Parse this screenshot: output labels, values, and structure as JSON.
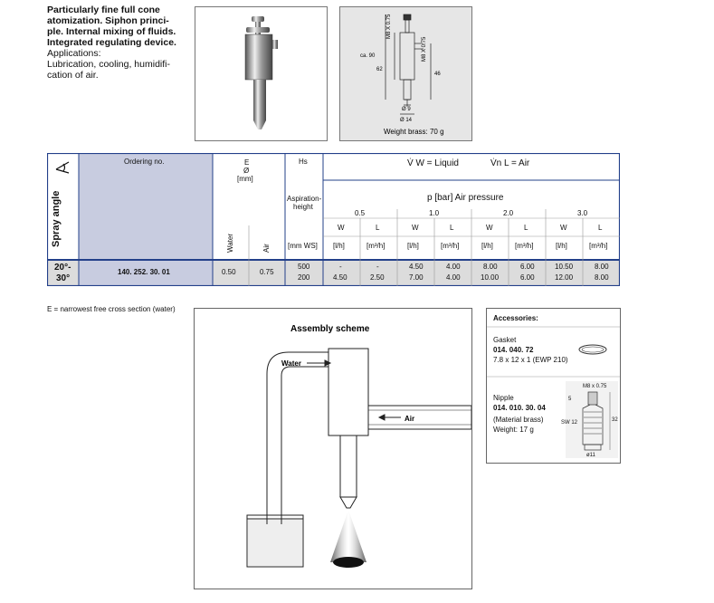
{
  "description": {
    "bold_lines": [
      "Particularly fine full cone",
      "atomization. Siphon princi-",
      "ple. Internal mixing of fluids.",
      "Integrated regulating device."
    ],
    "normal_lines": [
      "Applications:",
      "Lubrication, cooling, humidifi-",
      "cation of air."
    ]
  },
  "drawing": {
    "ca90": "ca. 90",
    "d62": "62",
    "m8x075_a": "M8 X 0.75",
    "m8x075_b": "M8 X 0.75",
    "d46": "46",
    "dia9": "Ø 9",
    "dia14": "Ø 14",
    "weight": "Weight brass: 70 g"
  },
  "table": {
    "spray_angle_label": "Spray angle",
    "ordering_label": "Ordering no.",
    "e_label": "E",
    "e_sym": "Ø",
    "e_unit": "[mm]",
    "hs_label": "Hs",
    "aspiration": [
      "Aspiration-",
      "height"
    ],
    "legend_w": "V̇  W = Liquid",
    "legend_n": "V̇n  L = Air",
    "pressure_title": "p [bar] Air pressure",
    "pressures": [
      "0.5",
      "1.0",
      "2.0",
      "3.0"
    ],
    "water_label": "Water",
    "air_label": "Air",
    "hs_unit": "[mm WS]",
    "wl": [
      "W",
      "L",
      "W",
      "L",
      "W",
      "L",
      "W",
      "L"
    ],
    "units": [
      "[l/h]",
      "[m³/h]",
      "[l/h]",
      "[m³/h]",
      "[l/h]",
      "[m³/h]",
      "[l/h]",
      "[m³/h]"
    ],
    "row": {
      "angle": [
        "20°-",
        "30°"
      ],
      "ordering_no": "140. 252. 30. 01",
      "e_water": "0.50",
      "e_air": "0.75",
      "hs": [
        "500",
        "200"
      ],
      "values_top": [
        "-",
        "-",
        "4.50",
        "4.00",
        "8.00",
        "6.00",
        "10.50",
        "8.00"
      ],
      "values_bottom": [
        "4.50",
        "2.50",
        "7.00",
        "4.00",
        "10.00",
        "6.00",
        "12.00",
        "8.00"
      ]
    }
  },
  "note": "E = narrowest free cross section (water)",
  "assembly": {
    "title": "Assembly scheme",
    "water": "Water",
    "air": "Air"
  },
  "accessories": {
    "title": "Accessories:",
    "gasket_label": "Gasket",
    "gasket_no": "014. 040. 72",
    "gasket_dim": "7.8 x 12 x 1 (EWP 210)",
    "nipple_label": "Nipple",
    "nipple_no": "014. 010. 30. 04",
    "nipple_material": "(Material brass)",
    "nipple_weight": "Weight: 17 g",
    "nipple_thread": "M8 x 0.75",
    "nipple_dim32": "32",
    "nipple_dim5": "5",
    "nipple_sw": "SW 12",
    "nipple_dia": "ø11"
  }
}
